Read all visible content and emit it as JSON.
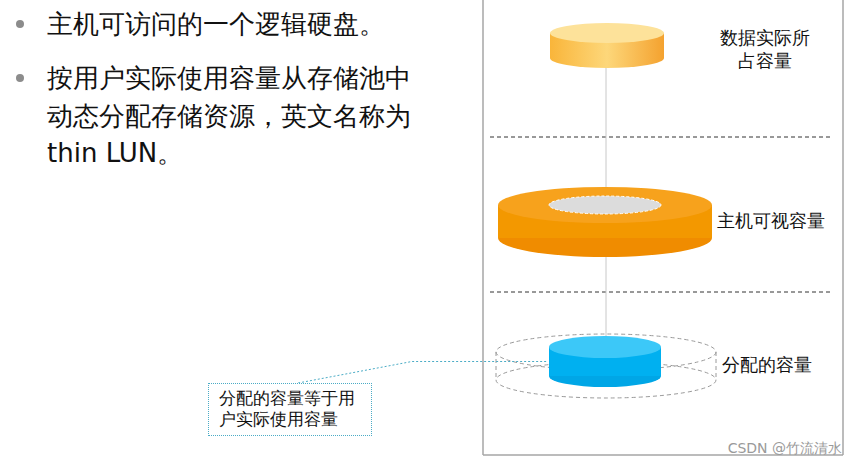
{
  "diagram": {
    "nodes": [
      {
        "text": [
          "数据实际所占容量"
        ]
      },
      {
        "text": [
          "主机可视容量"
        ]
      },
      {
        "text": [
          "分配的容量"
        ]
      },
      {
        "text": [
          "分配的容量等于用户实际使用容量"
        ]
      }
    ],
    "edges": [
      {
        "from": 3,
        "to": 2,
        "arrow": "none"
      }
    ],
    "labels": [
      "主机可访问的一个逻辑硬盘。",
      "按用户实际使用容量从存储池中动态分配存储资源，英文名称为thin LUN。",
      "CSDN @竹流清水"
    ]
  }
}
